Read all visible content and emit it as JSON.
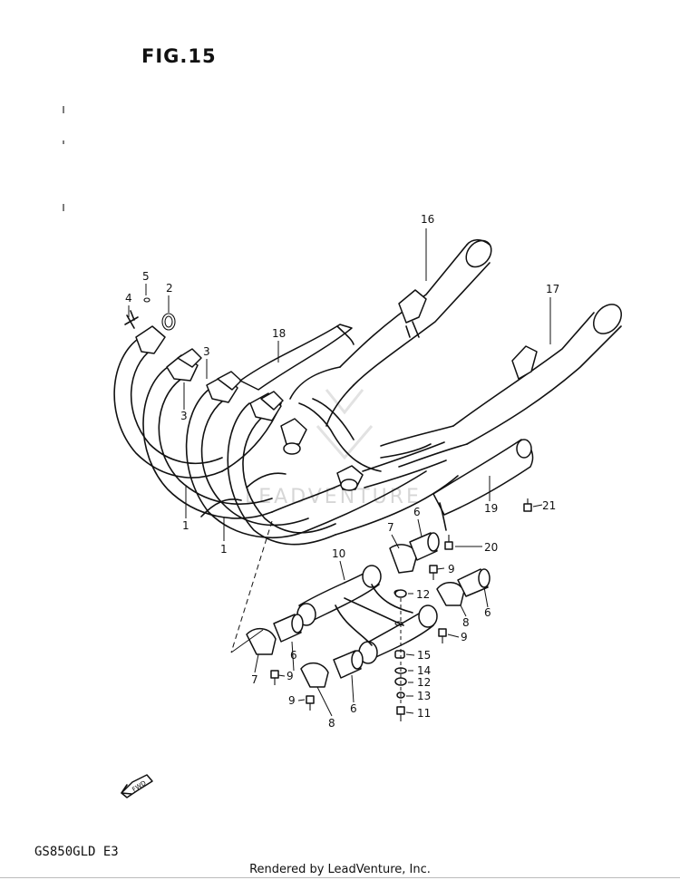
{
  "figure_title": "FIG.15",
  "model_code": "GS850GLD  E3",
  "footer": "Rendered by LeadVenture, Inc.",
  "watermark": "LEADVENTURE",
  "fwd_label": "FWD",
  "callouts": {
    "c1a": "1",
    "c1b": "1",
    "c2": "2",
    "c3a": "3",
    "c3b": "3",
    "c4": "4",
    "c5": "5",
    "c6a": "6",
    "c6b": "6",
    "c6c": "6",
    "c6d": "6",
    "c7a": "7",
    "c7b": "7",
    "c8a": "8",
    "c8b": "8",
    "c9a": "9",
    "c9b": "9",
    "c9c": "9",
    "c9d": "9",
    "c10": "10",
    "c11": "11",
    "c12a": "12",
    "c12b": "12",
    "c13": "13",
    "c14": "14",
    "c15": "15",
    "c16": "16",
    "c17": "17",
    "c18": "18",
    "c19": "19",
    "c20": "20",
    "c21": "21"
  }
}
